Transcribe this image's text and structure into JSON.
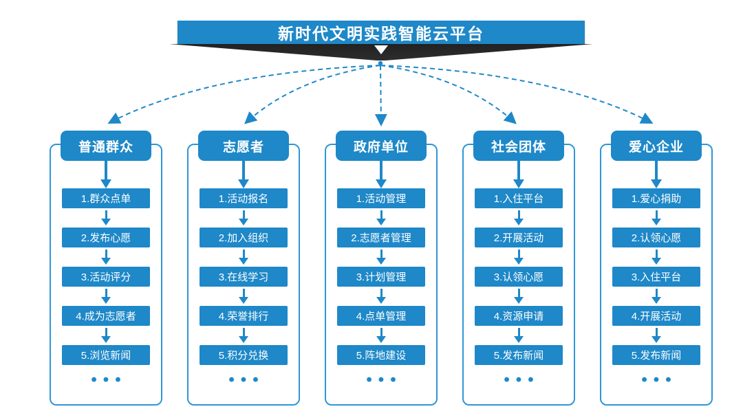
{
  "title": "新时代文明实践智能云平台",
  "colors": {
    "primary": "#1E88C8",
    "container_border": "#2E96D5",
    "ribbon": "#2D2D2D",
    "text_on_blue": "#FFFFFF"
  },
  "columns": [
    {
      "header": "普通群众",
      "steps": [
        "1.群众点单",
        "2.发布心愿",
        "3.活动评分",
        "4.成为志愿者",
        "5.浏览新闻"
      ],
      "more": "•••"
    },
    {
      "header": "志愿者",
      "steps": [
        "1.活动报名",
        "2.加入组织",
        "3.在线学习",
        "4.荣誉排行",
        "5.积分兑换"
      ],
      "more": "•••"
    },
    {
      "header": "政府单位",
      "steps": [
        "1.活动管理",
        "2.志愿者管理",
        "3.计划管理",
        "4.点单管理",
        "5.阵地建设"
      ],
      "more": "•••"
    },
    {
      "header": "社会团体",
      "steps": [
        "1.入住平台",
        "2.开展活动",
        "3.认领心愿",
        "4.资源申请",
        "5.发布新闻"
      ],
      "more": "•••"
    },
    {
      "header": "爱心企业",
      "steps": [
        "1.爱心捐助",
        "2.认领心愿",
        "3.入住平台",
        "4.开展活动",
        "5.发布新闻"
      ],
      "more": "•••"
    }
  ]
}
